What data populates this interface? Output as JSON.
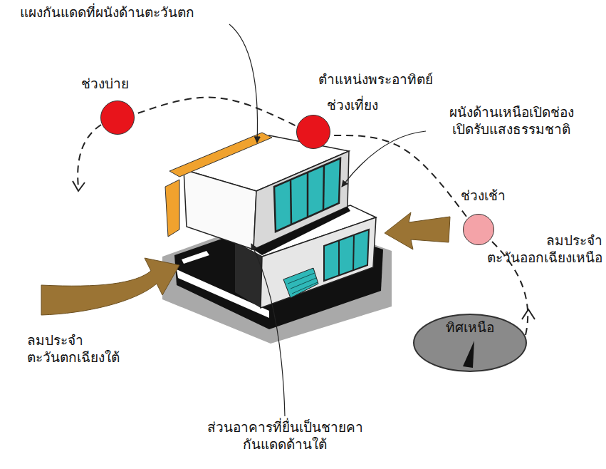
{
  "diagram": {
    "nodes": [
      {
        "text": [
          "ช่วงบ่าย"
        ]
      },
      {
        "text": [
          "ตำแหน่งพระอาทิตย์",
          "ช่วงเที่ยง"
        ]
      },
      {
        "text": [
          "ช่วงเช้า"
        ]
      },
      {
        "text": [
          "ทิศเหนือ"
        ]
      }
    ],
    "edges": [
      {
        "from": 2,
        "to": 1,
        "arrow": "none"
      },
      {
        "from": 1,
        "to": 0,
        "arrow": "none"
      }
    ],
    "labels": [
      "แผงกันแดดที่ผนังด้านตะวันตก",
      "ผนังด้านเหนือเปิดช่อง เปิดรับแสงธรรมชาติ",
      "ลมประจำ ตะวันออกเฉียงเหนือ",
      "ลมประจำ ตะวันตกเฉียงใต้",
      "ส่วนอาคารที่ยื่นเป็นชายคา กันแดดด้านใต้"
    ]
  }
}
